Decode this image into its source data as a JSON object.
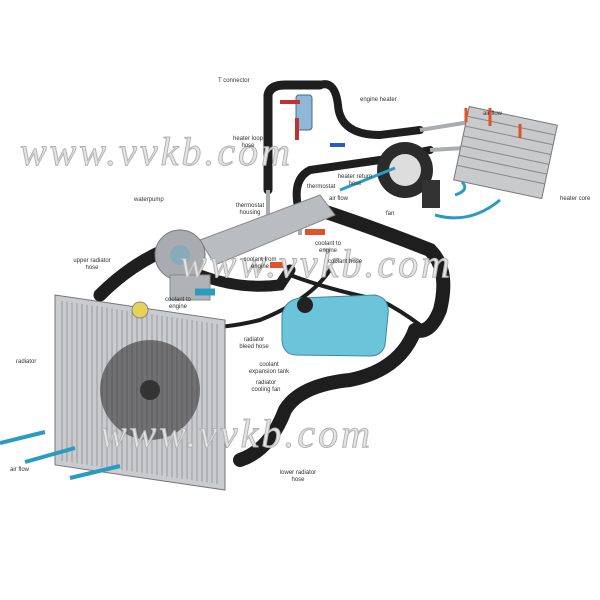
{
  "watermark": "www.vvkb.com",
  "labels": {
    "t_connector": "T connector",
    "engine_heater": "engine heater",
    "air_flow_top": "air flow",
    "heater_core": "heater core",
    "heater_loop_hose": "heater loop hose",
    "heater_return_hose": "heater return hose",
    "thermostat": "thermostat",
    "air_flow_fan": "air flow",
    "fan": "fan",
    "waterpump": "waterpump",
    "thermostat_housing": "thermostat housing",
    "coolant_to_engine_1": "coolant to engine",
    "coolant_hose": "coolant hose",
    "coolant_from_engine": "coolant from engine",
    "upper_radiator_hose": "upper radiator hose",
    "coolant_to_engine_2": "coolant to engine",
    "radiator": "radiator",
    "radiator_bleed_hose": "radiator bleed hose",
    "coolant_expansion_tank": "coolant expansion tank",
    "radiator_cooling_fan": "radiator cooling fan",
    "lower_radiator_hose": "lower radiator hose",
    "air_flow_bottom": "air flow"
  },
  "colors": {
    "hose": "#1e1e1e",
    "hot": "#e0522a",
    "cold": "#2a9cc0",
    "tank": "#6cc4da",
    "metal": "#b9bcc0"
  }
}
